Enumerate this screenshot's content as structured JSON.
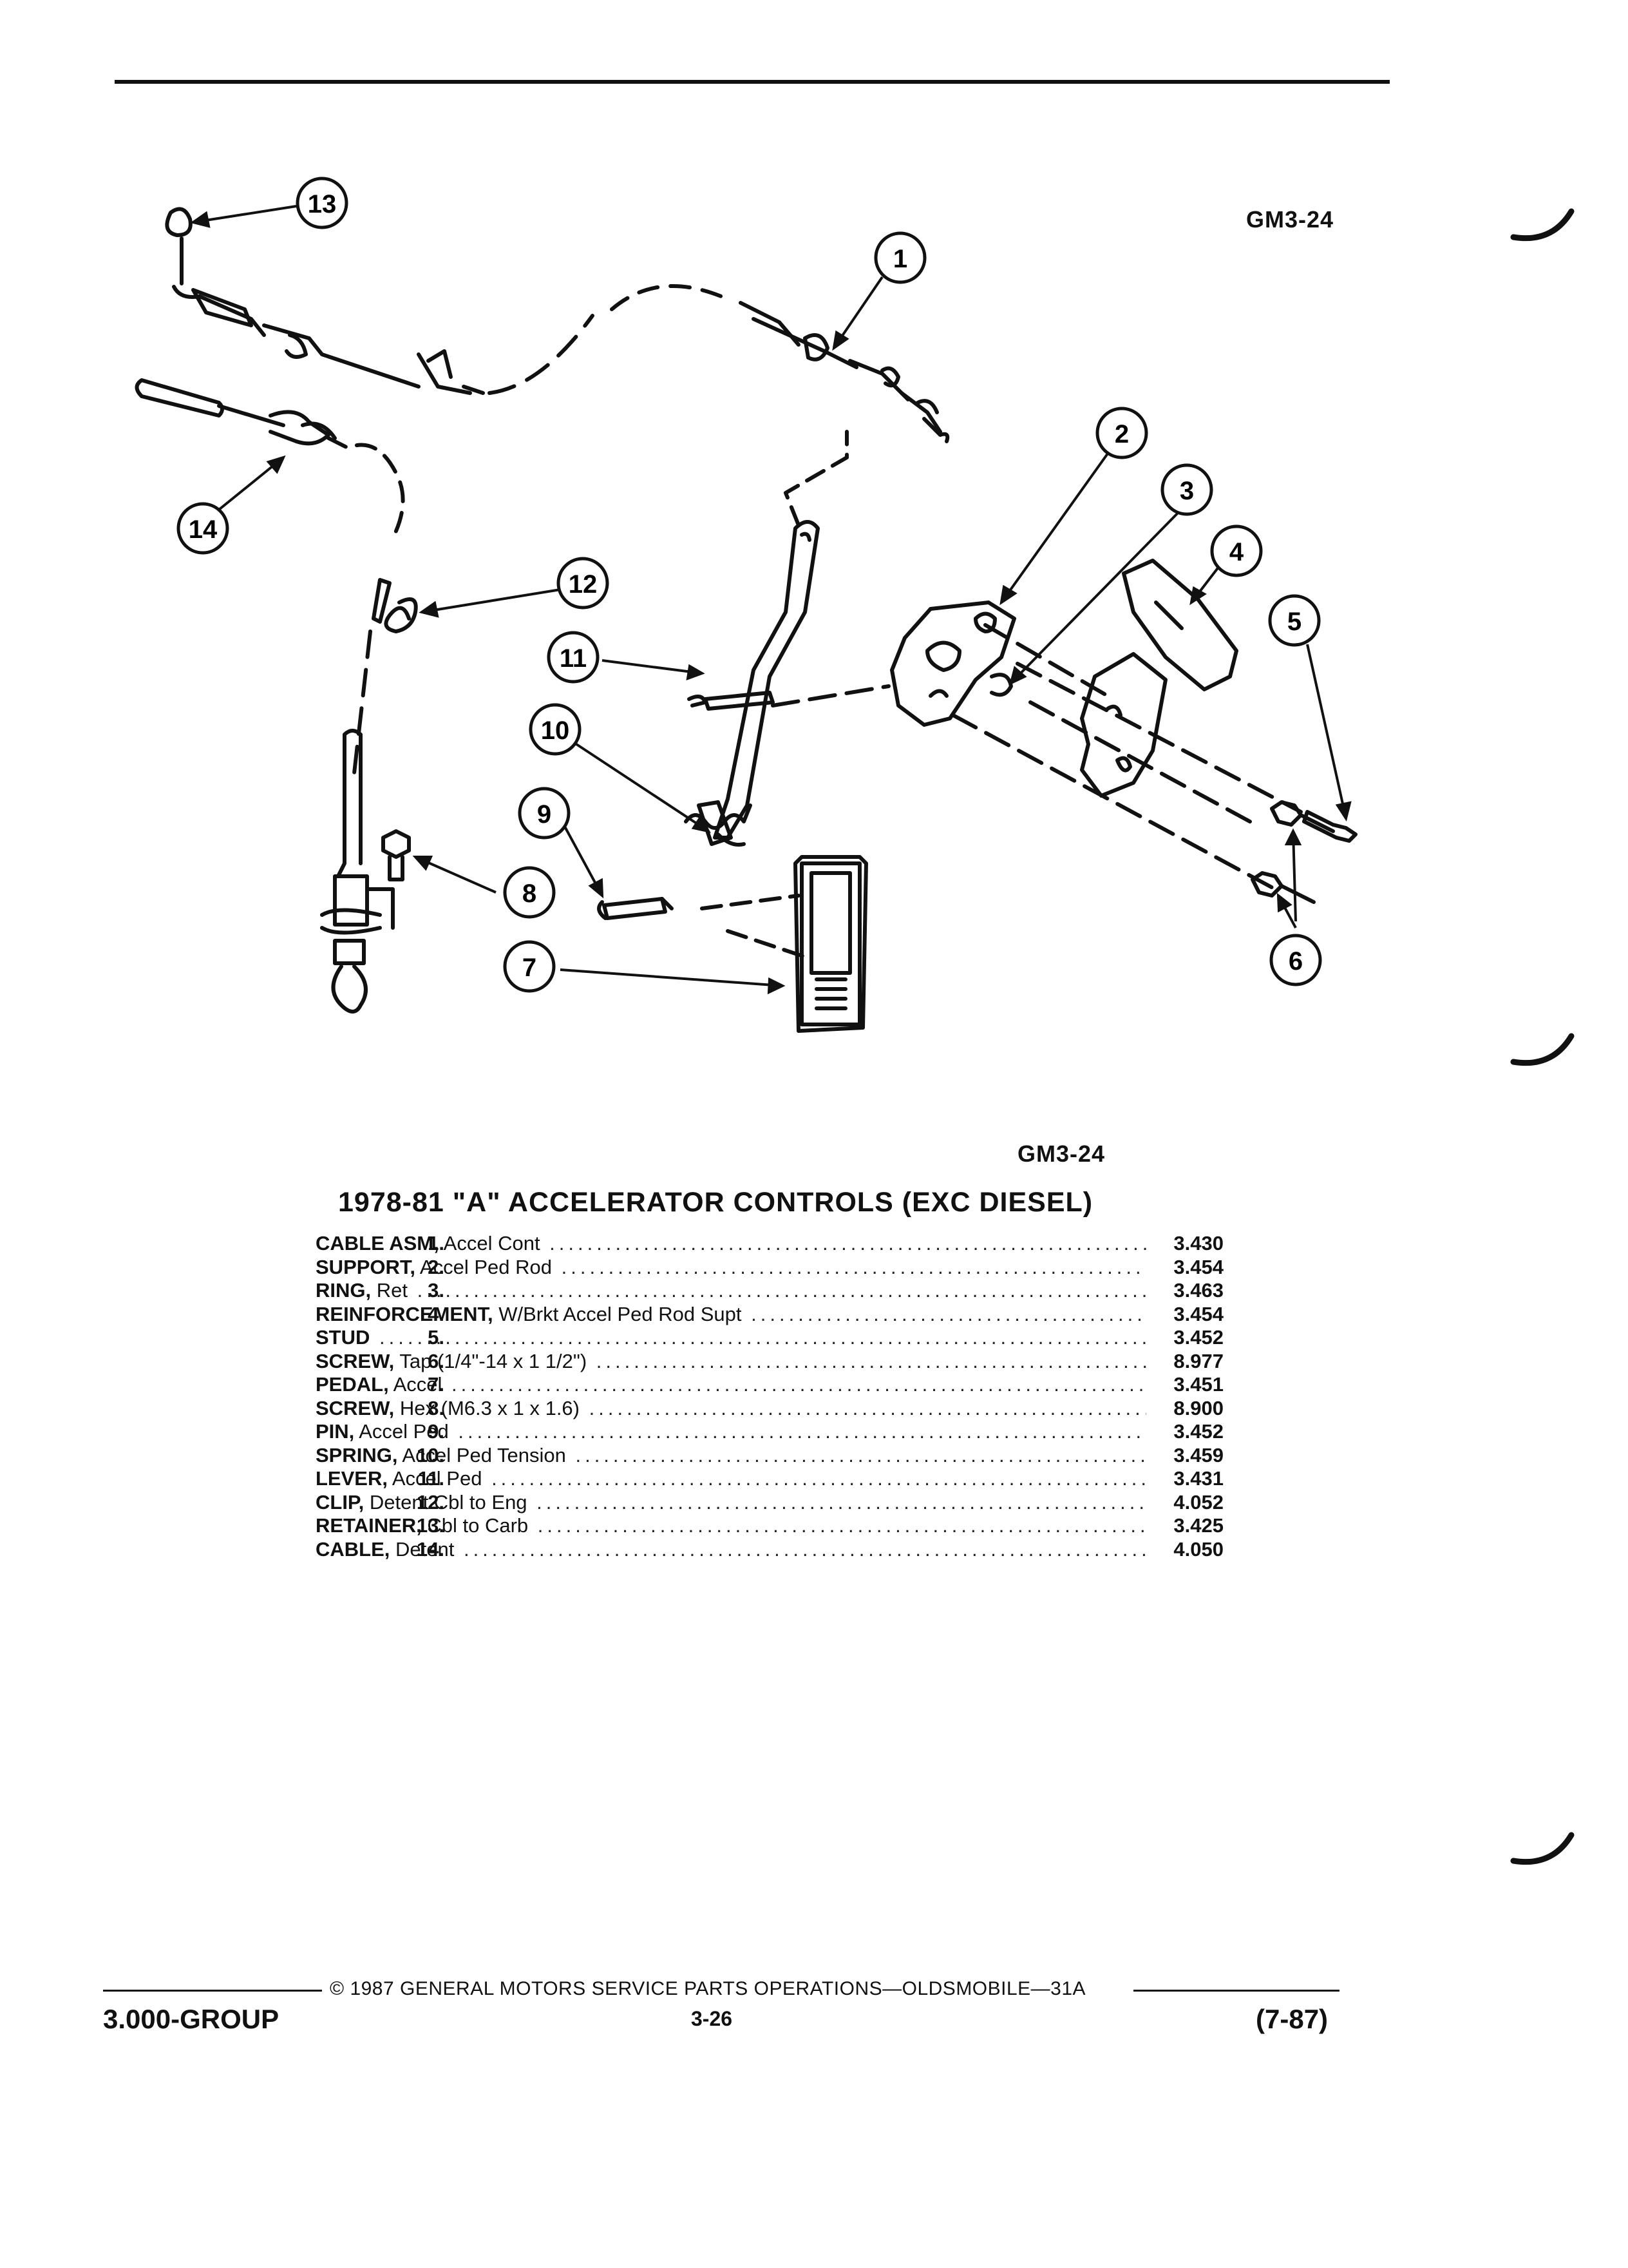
{
  "figure_id_top": "GM3-24",
  "figure_id_caption": "GM3-24",
  "title": "1978-81 \"A\" ACCELERATOR CONTROLS (EXC DIESEL)",
  "callouts": [
    "1",
    "2",
    "3",
    "4",
    "5",
    "6",
    "7",
    "8",
    "9",
    "10",
    "11",
    "12",
    "13",
    "14"
  ],
  "parts": [
    {
      "num": "1.",
      "name": "CABLE ASM,",
      "detail": " Accel Cont",
      "group": "3.430"
    },
    {
      "num": "2.",
      "name": "SUPPORT,",
      "detail": " Accel Ped Rod",
      "group": "3.454"
    },
    {
      "num": "3.",
      "name": "RING,",
      "detail": " Ret",
      "group": "3.463"
    },
    {
      "num": "4.",
      "name": "REINFORCEMENT,",
      "detail": " W/Brkt Accel Ped Rod Supt",
      "group": "3.454"
    },
    {
      "num": "5.",
      "name": "STUD",
      "detail": "",
      "group": "3.452"
    },
    {
      "num": "6.",
      "name": "SCREW,",
      "detail": " Tap (1/4\"-14 x 1 1/2\")",
      "group": "8.977"
    },
    {
      "num": "7.",
      "name": "PEDAL,",
      "detail": " Accel",
      "group": "3.451"
    },
    {
      "num": "8.",
      "name": "SCREW,",
      "detail": " Hex (M6.3 x 1 x 1.6)",
      "group": "8.900"
    },
    {
      "num": "9.",
      "name": "PIN,",
      "detail": " Accel Ped",
      "group": "3.452"
    },
    {
      "num": "10.",
      "name": "SPRING,",
      "detail": " Accel Ped Tension",
      "group": "3.459"
    },
    {
      "num": "11.",
      "name": "LEVER,",
      "detail": " Accel Ped",
      "group": "3.431"
    },
    {
      "num": "12.",
      "name": "CLIP,",
      "detail": " Detent Cbl to Eng",
      "group": "4.052"
    },
    {
      "num": "13.",
      "name": "RETAINER,",
      "detail": " Cbl to Carb",
      "group": "3.425"
    },
    {
      "num": "14.",
      "name": "CABLE,",
      "detail": " Detent",
      "group": "4.050"
    }
  ],
  "footer": {
    "copyright": "© 1987 GENERAL MOTORS SERVICE PARTS OPERATIONS—OLDSMOBILE—31A",
    "group_code": "3.000-GROUP",
    "page_number": "3-26",
    "date_code": "(7-87)"
  }
}
